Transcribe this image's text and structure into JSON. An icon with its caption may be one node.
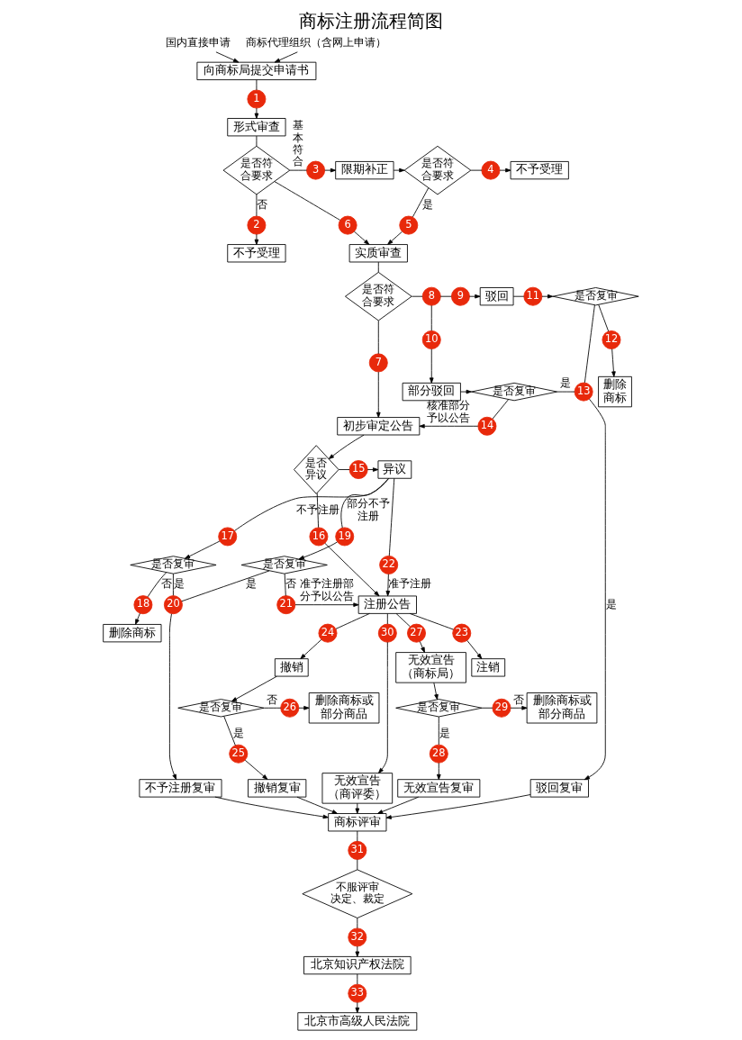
{
  "diagram": {
    "title": "商标注册流程简图",
    "nodes": [
      {
        "text": [
          "国内直接申请"
        ]
      },
      {
        "text": [
          "商标代理组织（含网上申请）"
        ]
      },
      {
        "text": [
          "向商标局提交申请书"
        ]
      },
      {
        "text": [
          "1"
        ]
      },
      {
        "text": [
          "形式审查"
        ]
      },
      {
        "text": [
          "是否符合要求"
        ]
      },
      {
        "text": [
          "3"
        ]
      },
      {
        "text": [
          "限期补正"
        ]
      },
      {
        "text": [
          "是否符合要求"
        ]
      },
      {
        "text": [
          "4"
        ]
      },
      {
        "text": [
          "不予受理"
        ]
      },
      {
        "text": [
          "2"
        ]
      },
      {
        "text": [
          "6"
        ]
      },
      {
        "text": [
          "不予受理"
        ]
      },
      {
        "text": [
          "实质审查"
        ]
      },
      {
        "text": [
          "5"
        ]
      },
      {
        "text": [
          "是否符合要求"
        ]
      },
      {
        "text": [
          "8"
        ]
      },
      {
        "text": [
          "9"
        ]
      },
      {
        "text": [
          "驳回"
        ]
      },
      {
        "text": [
          "11"
        ]
      },
      {
        "text": [
          "是否复审"
        ]
      },
      {
        "text": [
          "10"
        ]
      },
      {
        "text": [
          "7"
        ]
      },
      {
        "text": [
          "12"
        ]
      },
      {
        "text": [
          "部分驳回"
        ]
      },
      {
        "text": [
          "是否复审"
        ]
      },
      {
        "text": [
          "13"
        ]
      },
      {
        "text": [
          "初步审定公告"
        ]
      },
      {
        "text": [
          "14"
        ]
      },
      {
        "text": [
          "删除商标"
        ]
      },
      {
        "text": [
          "17"
        ]
      },
      {
        "text": [
          "是否异议"
        ]
      },
      {
        "text": [
          "15"
        ]
      },
      {
        "text": [
          "异议"
        ]
      },
      {
        "text": [
          "19"
        ]
      },
      {
        "text": [
          "是否复审"
        ]
      },
      {
        "text": [
          "是否复审"
        ]
      },
      {
        "text": [
          "16"
        ]
      },
      {
        "text": [
          "22"
        ]
      },
      {
        "text": [
          "注册公告"
        ]
      },
      {
        "text": [
          "21"
        ]
      },
      {
        "text": [
          "18"
        ]
      },
      {
        "text": [
          "23"
        ]
      },
      {
        "text": [
          "24"
        ]
      },
      {
        "text": [
          "20"
        ]
      },
      {
        "text": [
          "27"
        ]
      },
      {
        "text": [
          "无效宣告（商标局）"
        ]
      },
      {
        "text": [
          "删除商标"
        ]
      },
      {
        "text": [
          "注销"
        ]
      },
      {
        "text": [
          "撤销"
        ]
      },
      {
        "text": [
          "29"
        ]
      },
      {
        "text": [
          "是否复审"
        ]
      },
      {
        "text": [
          "30"
        ]
      },
      {
        "text": [
          "删除商标或部分商品"
        ]
      },
      {
        "text": [
          "是否复审"
        ]
      },
      {
        "text": [
          "26"
        ]
      },
      {
        "text": [
          "25"
        ]
      },
      {
        "text": [
          "28"
        ]
      },
      {
        "text": [
          "删除商标或部分商品"
        ]
      },
      {
        "text": [
          "撤销复审"
        ]
      },
      {
        "text": [
          "无效宣告（商评委）"
        ]
      },
      {
        "text": [
          "无效宣告复审"
        ]
      },
      {
        "text": [
          "不予注册复审"
        ]
      },
      {
        "text": [
          "驳回复审"
        ]
      },
      {
        "text": [
          "商标评审"
        ]
      },
      {
        "text": [
          "31"
        ]
      },
      {
        "text": [
          "不服评审决定、裁定"
        ]
      },
      {
        "text": [
          "32"
        ]
      },
      {
        "text": [
          "北京知识产权法院"
        ]
      },
      {
        "text": [
          "33"
        ]
      },
      {
        "text": [
          "北京市高级人民法院"
        ]
      }
    ],
    "edges": [
      {
        "from": 0,
        "to": 2,
        "arrow": "to"
      },
      {
        "from": 1,
        "to": 2,
        "arrow": "to"
      },
      {
        "from": 2,
        "to": 3,
        "arrow": "none"
      },
      {
        "from": 3,
        "to": 4,
        "arrow": "to"
      },
      {
        "from": 4,
        "to": 5,
        "arrow": "none"
      },
      {
        "from": 5,
        "to": 11,
        "arrow": "none",
        "label": "否"
      },
      {
        "from": 11,
        "to": 13,
        "arrow": "to"
      },
      {
        "from": 5,
        "to": 6,
        "arrow": "none",
        "label": "基本符合"
      },
      {
        "from": 6,
        "to": 7,
        "arrow": "to"
      },
      {
        "from": 7,
        "to": 8,
        "arrow": "to"
      },
      {
        "from": 8,
        "to": 9,
        "arrow": "none"
      },
      {
        "from": 9,
        "to": 10,
        "arrow": "to"
      },
      {
        "from": 8,
        "to": 15,
        "arrow": "none",
        "label": "是"
      },
      {
        "from": 15,
        "to": 14,
        "arrow": "to"
      },
      {
        "from": 5,
        "to": 12,
        "arrow": "none"
      },
      {
        "from": 12,
        "to": 14,
        "arrow": "to"
      },
      {
        "from": 14,
        "to": 16,
        "arrow": "none"
      },
      {
        "from": 16,
        "to": 17,
        "arrow": "none"
      },
      {
        "from": 17,
        "to": 18,
        "arrow": "none"
      },
      {
        "from": 18,
        "to": 19,
        "arrow": "to"
      },
      {
        "from": 17,
        "to": 22,
        "arrow": "none"
      },
      {
        "from": 22,
        "to": 25,
        "arrow": "to"
      },
      {
        "from": 19,
        "to": 20,
        "arrow": "none"
      },
      {
        "from": 20,
        "to": 21,
        "arrow": "to"
      },
      {
        "from": 21,
        "to": 24,
        "arrow": "none"
      },
      {
        "from": 24,
        "to": 30,
        "arrow": "to"
      },
      {
        "from": 21,
        "to": 27,
        "arrow": "none"
      },
      {
        "from": 25,
        "to": 26,
        "arrow": "to"
      },
      {
        "from": 26,
        "to": 27,
        "arrow": "none",
        "label": "是"
      },
      {
        "from": 27,
        "to": 64,
        "arrow": "to",
        "label": "是"
      },
      {
        "from": 26,
        "to": 29,
        "arrow": "none"
      },
      {
        "from": 29,
        "to": 28,
        "arrow": "to",
        "label": "核准部分予以公告"
      },
      {
        "from": 16,
        "to": 23,
        "arrow": "none"
      },
      {
        "from": 23,
        "to": 28,
        "arrow": "to"
      },
      {
        "from": 28,
        "to": 32,
        "arrow": "to"
      },
      {
        "from": 32,
        "to": 33,
        "arrow": "none"
      },
      {
        "from": 33,
        "to": 34,
        "arrow": "to"
      },
      {
        "from": 34,
        "to": 31,
        "arrow": "none",
        "label": "不予注册"
      },
      {
        "from": 31,
        "to": 37,
        "arrow": "to"
      },
      {
        "from": 34,
        "to": 35,
        "arrow": "none",
        "label": "部分不予注册"
      },
      {
        "from": 35,
        "to": 36,
        "arrow": "to"
      },
      {
        "from": 34,
        "to": 39,
        "arrow": "none"
      },
      {
        "from": 39,
        "to": 40,
        "arrow": "to",
        "label": "准予注册"
      },
      {
        "from": 32,
        "to": 38,
        "arrow": "none"
      },
      {
        "from": 38,
        "to": 40,
        "arrow": "to"
      },
      {
        "from": 36,
        "to": 41,
        "arrow": "none",
        "label": "否"
      },
      {
        "from": 41,
        "to": 40,
        "arrow": "to",
        "label": "准予注册部分予以公告"
      },
      {
        "from": 36,
        "to": 45,
        "arrow": "none",
        "label": "是"
      },
      {
        "from": 37,
        "to": 45,
        "arrow": "none",
        "label": "是"
      },
      {
        "from": 45,
        "to": 63,
        "arrow": "to"
      },
      {
        "from": 37,
        "to": 42,
        "arrow": "none",
        "label": "否"
      },
      {
        "from": 42,
        "to": 48,
        "arrow": "to"
      },
      {
        "from": 40,
        "to": 43,
        "arrow": "none"
      },
      {
        "from": 43,
        "to": 49,
        "arrow": "to"
      },
      {
        "from": 40,
        "to": 44,
        "arrow": "none"
      },
      {
        "from": 44,
        "to": 50,
        "arrow": "to"
      },
      {
        "from": 50,
        "to": 55,
        "arrow": "to"
      },
      {
        "from": 55,
        "to": 56,
        "arrow": "none",
        "label": "否"
      },
      {
        "from": 56,
        "to": 54,
        "arrow": "to"
      },
      {
        "from": 55,
        "to": 57,
        "arrow": "none",
        "label": "是"
      },
      {
        "from": 57,
        "to": 60,
        "arrow": "to"
      },
      {
        "from": 40,
        "to": 46,
        "arrow": "none"
      },
      {
        "from": 46,
        "to": 47,
        "arrow": "to"
      },
      {
        "from": 40,
        "to": 53,
        "arrow": "none"
      },
      {
        "from": 53,
        "to": 61,
        "arrow": "to"
      },
      {
        "from": 47,
        "to": 52,
        "arrow": "to"
      },
      {
        "from": 52,
        "to": 51,
        "arrow": "none"
      },
      {
        "from": 51,
        "to": 59,
        "arrow": "to",
        "label": "否"
      },
      {
        "from": 52,
        "to": 58,
        "arrow": "none",
        "label": "是"
      },
      {
        "from": 58,
        "to": 62,
        "arrow": "to"
      },
      {
        "from": 60,
        "to": 65,
        "arrow": "to"
      },
      {
        "from": 61,
        "to": 65,
        "arrow": "to"
      },
      {
        "from": 62,
        "to": 65,
        "arrow": "to"
      },
      {
        "from": 63,
        "to": 65,
        "arrow": "to"
      },
      {
        "from": 64,
        "to": 65,
        "arrow": "to"
      },
      {
        "from": 65,
        "to": 66,
        "arrow": "none"
      },
      {
        "from": 66,
        "to": 67,
        "arrow": "none"
      },
      {
        "from": 67,
        "to": 68,
        "arrow": "none"
      },
      {
        "from": 68,
        "to": 69,
        "arrow": "to"
      },
      {
        "from": 69,
        "to": 70,
        "arrow": "none"
      },
      {
        "from": 70,
        "to": 71,
        "arrow": "to"
      }
    ]
  }
}
